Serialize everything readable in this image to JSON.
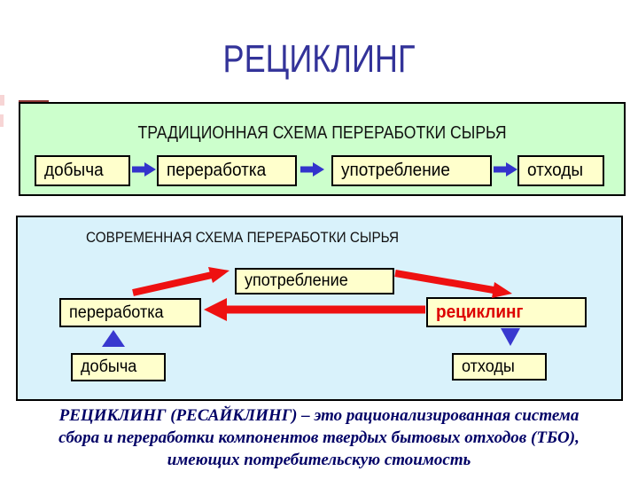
{
  "title": "РЕЦИКЛИНГ",
  "traditional_panel": {
    "heading": "ТРАДИЦИОННАЯ СХЕМА ПЕРЕРАБОТКИ СЫРЬЯ",
    "steps": [
      "добыча",
      "переработка",
      "употребление",
      "отходы"
    ]
  },
  "modern_panel": {
    "heading": "СОВРЕМЕННАЯ СХЕМА ПЕРЕРАБОТКИ СЫРЬЯ",
    "nodes": {
      "consumption": "употребление",
      "processing": "переработка",
      "recycling": "рециклинг",
      "extraction": "добыча",
      "waste": "отходы"
    }
  },
  "caption": {
    "lines": [
      "РЕЦИКЛИНГ (РЕСАЙКЛИНГ) – это рационализированная система",
      "сбора и переработки компонентов твердых бытовых отходов (ТБО),",
      "имеющих потребительскую стоимость"
    ]
  },
  "colors": {
    "title_text": "#333399",
    "traditional_bg": "#ccffcc",
    "modern_bg": "#d9f2fb",
    "node_bg": "#ffffcc",
    "flow_arrow_blue": "#3333cc",
    "red_arrow": "#ee1111",
    "recycling_text": "#dd0000",
    "caption_text": "#000066",
    "corner_mark": "#8b3333"
  }
}
